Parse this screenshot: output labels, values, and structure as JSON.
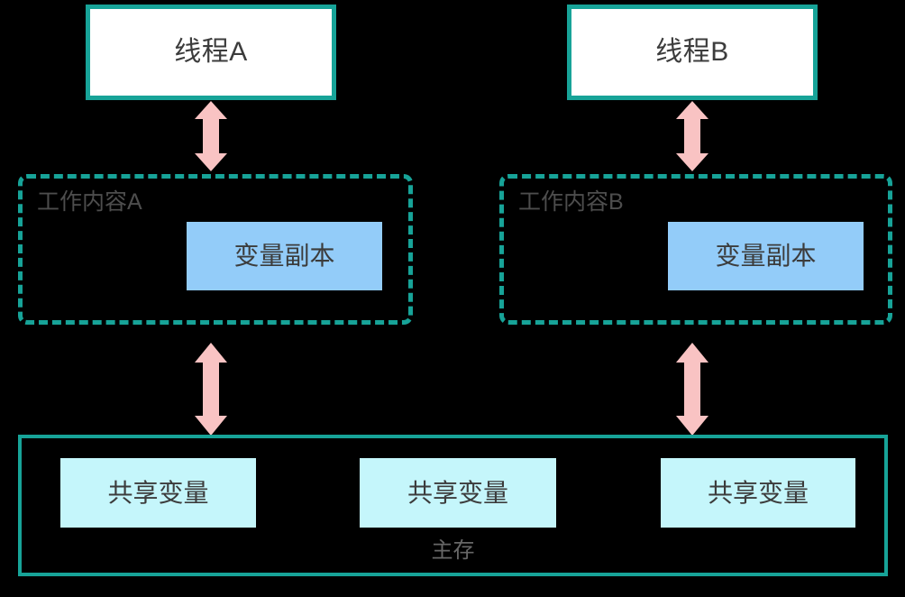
{
  "diagram": {
    "title": "Java Memory Model thread working memory diagram",
    "background_color": "#000000",
    "accent_color": "#17a398",
    "arrow_color": "#f9c3c3",
    "var_copy_color": "#93ccf9",
    "shared_var_color": "#c5f6fb",
    "text_color": "#3c3c3c",
    "threads": [
      {
        "id": "thread-a",
        "label": "线程A",
        "work_memory_label": "工作内容A",
        "variable_copy_label": "变量副本"
      },
      {
        "id": "thread-b",
        "label": "线程B",
        "work_memory_label": "工作内容B",
        "variable_copy_label": "变量副本"
      }
    ],
    "main_memory": {
      "label": "主存",
      "shared_variables": [
        {
          "label": "共享变量"
        },
        {
          "label": "共享变量"
        },
        {
          "label": "共享变量"
        }
      ]
    },
    "arrows": [
      {
        "id": "arrow-thread-a-work-a",
        "direction": "bidirectional"
      },
      {
        "id": "arrow-thread-b-work-b",
        "direction": "bidirectional"
      },
      {
        "id": "arrow-work-a-main-memory",
        "direction": "bidirectional"
      },
      {
        "id": "arrow-work-b-main-memory",
        "direction": "bidirectional"
      }
    ]
  }
}
